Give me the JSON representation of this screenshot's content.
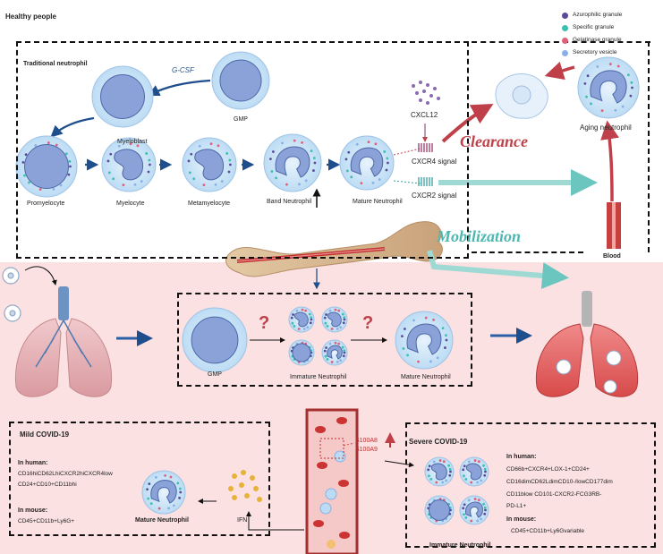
{
  "top": {
    "title": "Healthy people",
    "traditional": "Traditional neutrophil",
    "gcsf": "G-CSF",
    "myeloblast": "Myeloblast",
    "gmp": "GMP",
    "promyelocyte": "Promyelocyte",
    "myelocyte": "Myelocyte",
    "metamyelocyte": "Metamyelocyte",
    "band": "Band Neutrophil",
    "mature": "Mature Neutrophil",
    "cxcl12": "CXCL12",
    "cxcr4": "CXCR4 signal",
    "cxcr2": "CXCR2 signal",
    "clearance": "Clearance",
    "mobilization": "Mobilization",
    "aging": "Aging neutrophil",
    "blood": "Blood"
  },
  "legend": [
    {
      "label": "Azurophilic granule",
      "color": "#5b4a9a"
    },
    {
      "label": "Specific granule",
      "color": "#3bbfae"
    },
    {
      "label": "Gelatinase granule",
      "color": "#e0607a"
    },
    {
      "label": "Secretory vesicle",
      "color": "#8ab0e6"
    }
  ],
  "middle": {
    "gmp": "GMP",
    "immature": "Immature Neutrophil",
    "mature": "Mature Neutrophil",
    "question": "?"
  },
  "mild": {
    "title": "Mild COVID-19",
    "human": "In human:",
    "h1": "CD16hiCD62LhiCXCR2hiCXCR4low",
    "h2": "CD24+CD10+CD11bhi",
    "mouse": "In mouse:",
    "m1": "CD45+CD11b+Ly6G+",
    "mature": "Mature Neutrophil",
    "ifn": "IFN"
  },
  "severe": {
    "title": "Severe COVID-19",
    "human": "In human:",
    "h1": "CD66b+CXCR4+LOX-1+CD24+",
    "h2": "CD16dimCD62LdimCD10-/lowCD177dim",
    "h3": "CD11blow CD101-CXCR2-FCG3RB-",
    "h4": "PD-L1+",
    "mouse": "In mouse:",
    "m1": "CD45+CD11b+Ly6Gvariable",
    "immature": "Immature Neutrophil"
  },
  "s100": {
    "a8": "S100A8",
    "a9": "S100A9"
  }
}
